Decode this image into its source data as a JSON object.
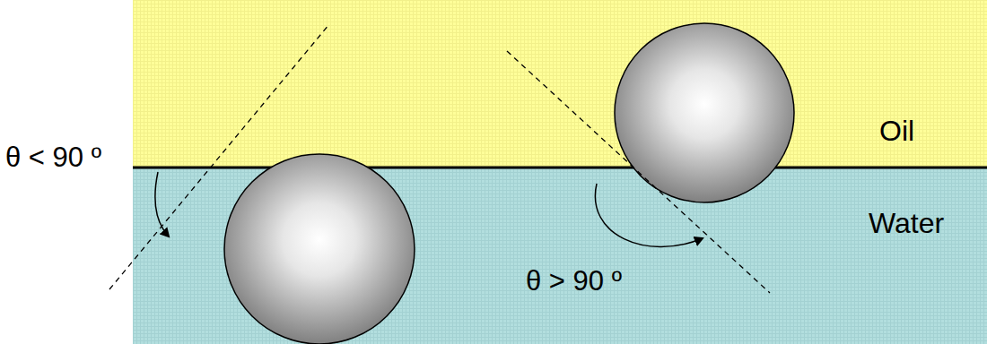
{
  "diagram": {
    "nodes": [
      {
        "text": [
          "Oil"
        ]
      },
      {
        "text": [
          "Water"
        ]
      }
    ],
    "labels": [
      "θ < 90 º",
      "θ > 90 º"
    ]
  }
}
